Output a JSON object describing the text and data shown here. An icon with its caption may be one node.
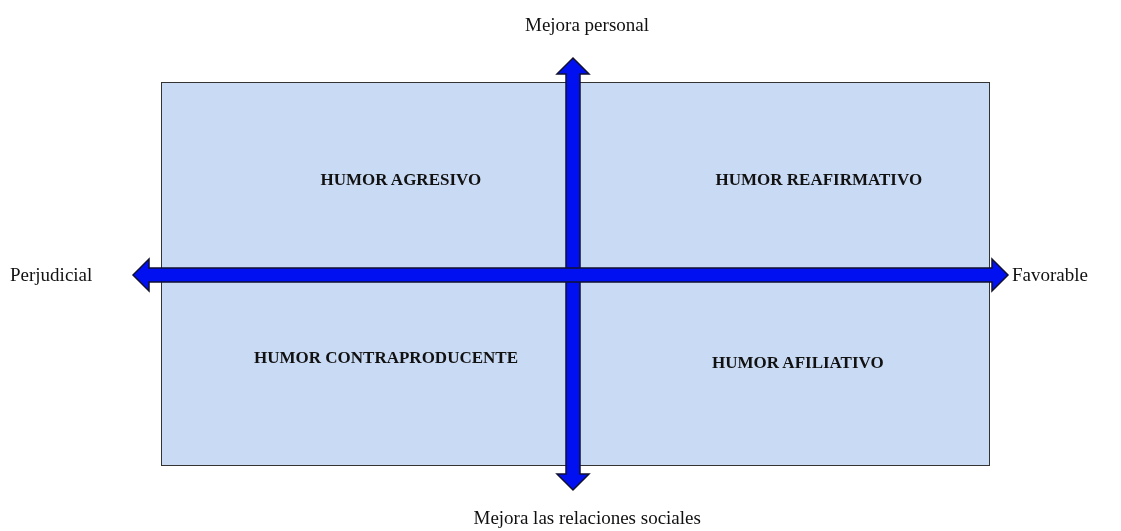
{
  "diagram": {
    "nodes": [
      {
        "text": [
          "HUMOR AGRESIVO",
          "HUMOR REAFIRMATIVO",
          "HUMOR CONTRAPRODUCENTE",
          "HUMOR AFILIATIVO"
        ]
      }
    ],
    "edges": [],
    "labels": [
      "Mejora personal",
      "Perjudicial",
      "Favorable",
      "Mejora las relaciones sociales"
    ]
  }
}
